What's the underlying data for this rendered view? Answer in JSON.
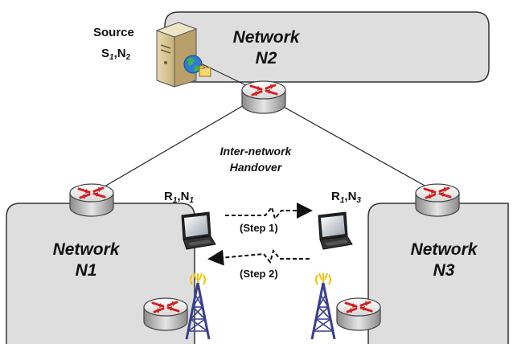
{
  "networks": {
    "n1": {
      "line1": "Network",
      "line2": "N1"
    },
    "n2": {
      "line1": "Network",
      "line2": "N2"
    },
    "n3": {
      "line1": "Network",
      "line2": "N3"
    }
  },
  "source": {
    "title": "Source",
    "s": "S",
    "s_sub": "1",
    "sep": ",",
    "n": "N",
    "n_sub": "2"
  },
  "handover": {
    "line1": "Inter-network",
    "line2": "Handover"
  },
  "mobile_left": {
    "r": "R",
    "r_sub": "1",
    "sep": ",",
    "n": "N",
    "n_sub": "1"
  },
  "mobile_right": {
    "r": "R",
    "r_sub": "1",
    "sep": ",",
    "n": "N",
    "n_sub": "3"
  },
  "steps": {
    "step1": "(Step 1)",
    "step2": "(Step 2)"
  },
  "colors": {
    "network_fill": "#dedede",
    "network_stroke": "#333333",
    "router_arrow": "#d42020",
    "tower": "#3a3f8c",
    "tower_top": "#f2c400"
  }
}
